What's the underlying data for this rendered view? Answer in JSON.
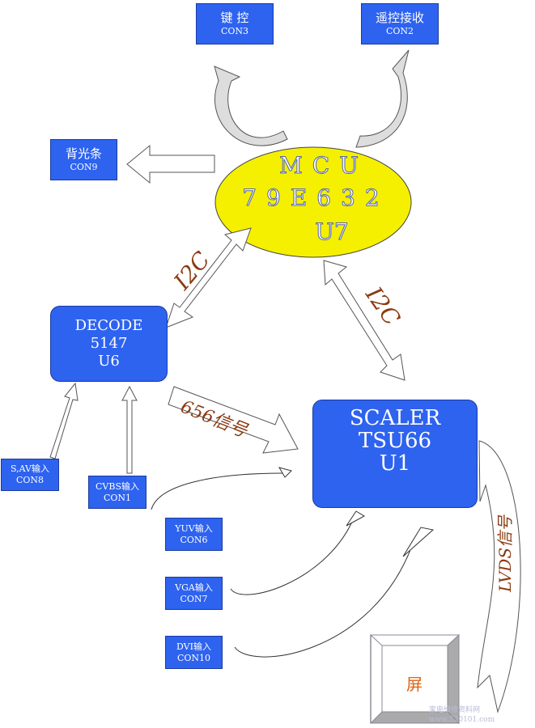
{
  "blocks": {
    "key": {
      "title": "键 控",
      "code": "CON3"
    },
    "remote": {
      "title": "遥控接收",
      "code": "CON2"
    },
    "backlight": {
      "title": "背光条",
      "code": "CON9"
    },
    "mcu": {
      "l1": "MCU",
      "l2": "79E632",
      "l3": "U7"
    },
    "decode": {
      "l1": "DECODE",
      "l2": "5147",
      "l3": "U6"
    },
    "scaler": {
      "l1": "SCALER",
      "l2": "TSU66",
      "l3": "U1"
    },
    "sav": {
      "title": "S,AV输入",
      "code": "CON8"
    },
    "cvbs": {
      "title": "CVBS输入",
      "code": "CON1"
    },
    "yuv": {
      "title": "YUV输入",
      "code": "CON6"
    },
    "vga": {
      "title": "VGA输入",
      "code": "CON7"
    },
    "dvi": {
      "title": "DVI输入",
      "code": "CON10"
    },
    "screen": {
      "title": "屏"
    }
  },
  "labels": {
    "i2c_left": "I2C",
    "i2c_right": "I2C",
    "sig656": "656信号",
    "lvds": "LVDS信号"
  },
  "watermark": "家电维修资料网 www.520101.com",
  "colors": {
    "block": "#2e63f0",
    "mcu": "#f5f000",
    "label": "#8b3a10"
  }
}
